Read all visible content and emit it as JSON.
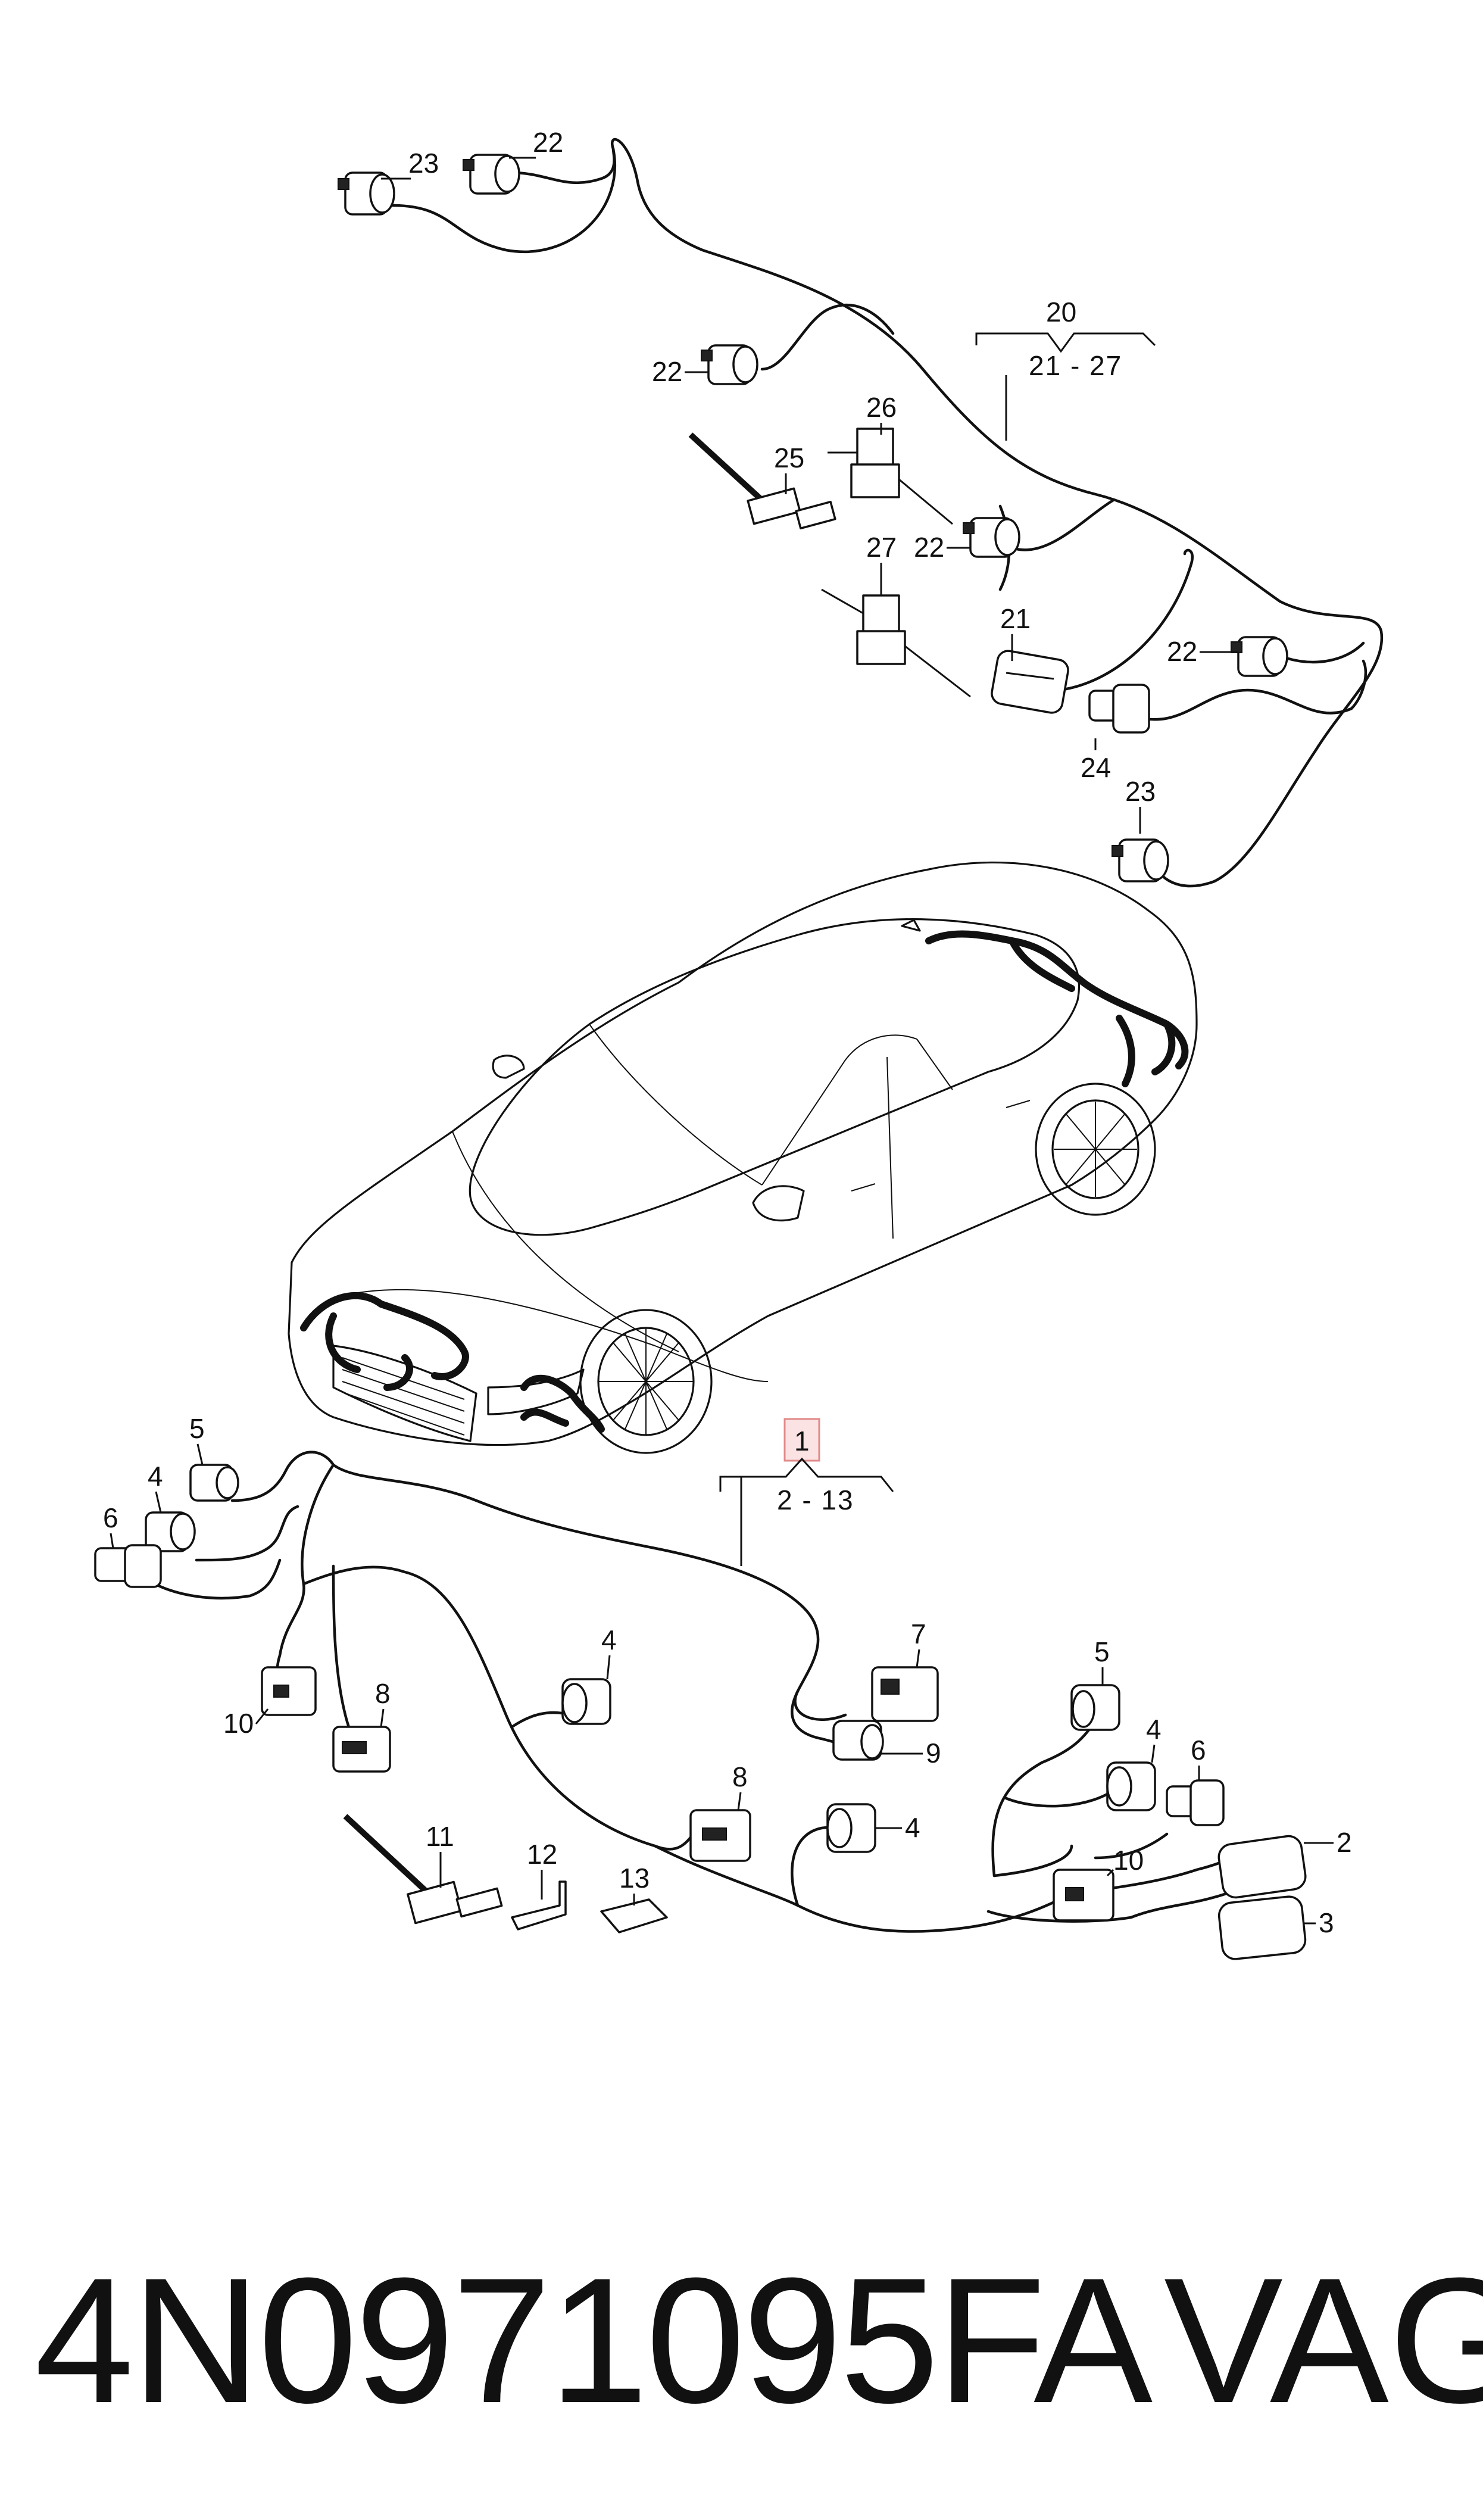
{
  "diagram": {
    "rear_group": {
      "number": "20",
      "range": "21 - 27"
    },
    "front_group": {
      "number": "1",
      "range": "2 - 13"
    },
    "callouts": {
      "c23a": "23",
      "c22a": "22",
      "c22b": "22",
      "c26": "26",
      "c25": "25",
      "c22c": "22",
      "c27": "27",
      "c21": "21",
      "c22d": "22",
      "c24": "24",
      "c23b": "23",
      "c5a": "5",
      "c4a": "4",
      "c6a": "6",
      "c10a": "10",
      "c8a": "8",
      "c4b": "4",
      "c7": "7",
      "c9": "9",
      "c8b": "8",
      "c4c": "4",
      "c11": "11",
      "c12": "12",
      "c13": "13",
      "c5b": "5",
      "c4d": "4",
      "c6b": "6",
      "c2": "2",
      "c10b": "10",
      "c3": "3"
    }
  },
  "footer": {
    "part_number": "4N0971095FA",
    "brand": "VAG"
  }
}
